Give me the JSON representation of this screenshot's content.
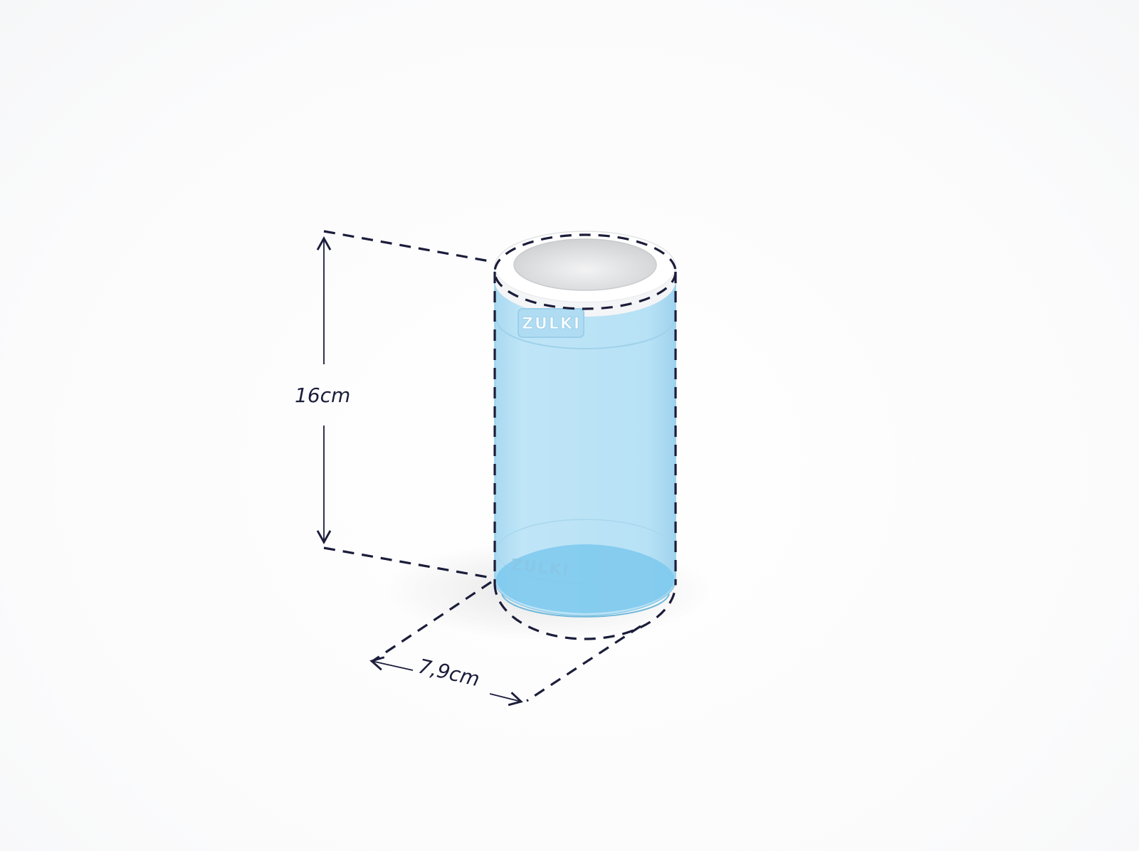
{
  "dimensions": {
    "height_label": "16cm",
    "diameter_label": "7,9cm"
  },
  "product": {
    "brand_top": "ZULKI",
    "brand_bottom": "ZULKI"
  },
  "colors": {
    "line": "#1b1d3a",
    "body_fill": "#b8e2f5",
    "body_edge": "#8fcbe8",
    "base_fill": "#7fcaee",
    "rim_fill": "#ffffff",
    "inner_fill": "#e9eaeb"
  }
}
